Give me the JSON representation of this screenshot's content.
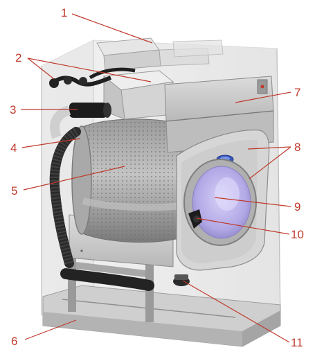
{
  "colors": {
    "label": "#c0392b",
    "leader": "#c0392b",
    "cabinet": "#d9d9d9",
    "metal": "#b5b5b5",
    "drum": "#8f8f8f",
    "door_glass": "#b9b2ea",
    "dark_part": "#222222"
  },
  "callouts": [
    {
      "id": "1",
      "label": "1"
    },
    {
      "id": "2",
      "label": "2"
    },
    {
      "id": "3",
      "label": "3"
    },
    {
      "id": "4",
      "label": "4"
    },
    {
      "id": "5",
      "label": "5"
    },
    {
      "id": "6",
      "label": "6"
    },
    {
      "id": "7",
      "label": "7"
    },
    {
      "id": "8",
      "label": "8"
    },
    {
      "id": "9",
      "label": "9"
    },
    {
      "id": "10",
      "label": "10"
    },
    {
      "id": "11",
      "label": "11"
    }
  ]
}
